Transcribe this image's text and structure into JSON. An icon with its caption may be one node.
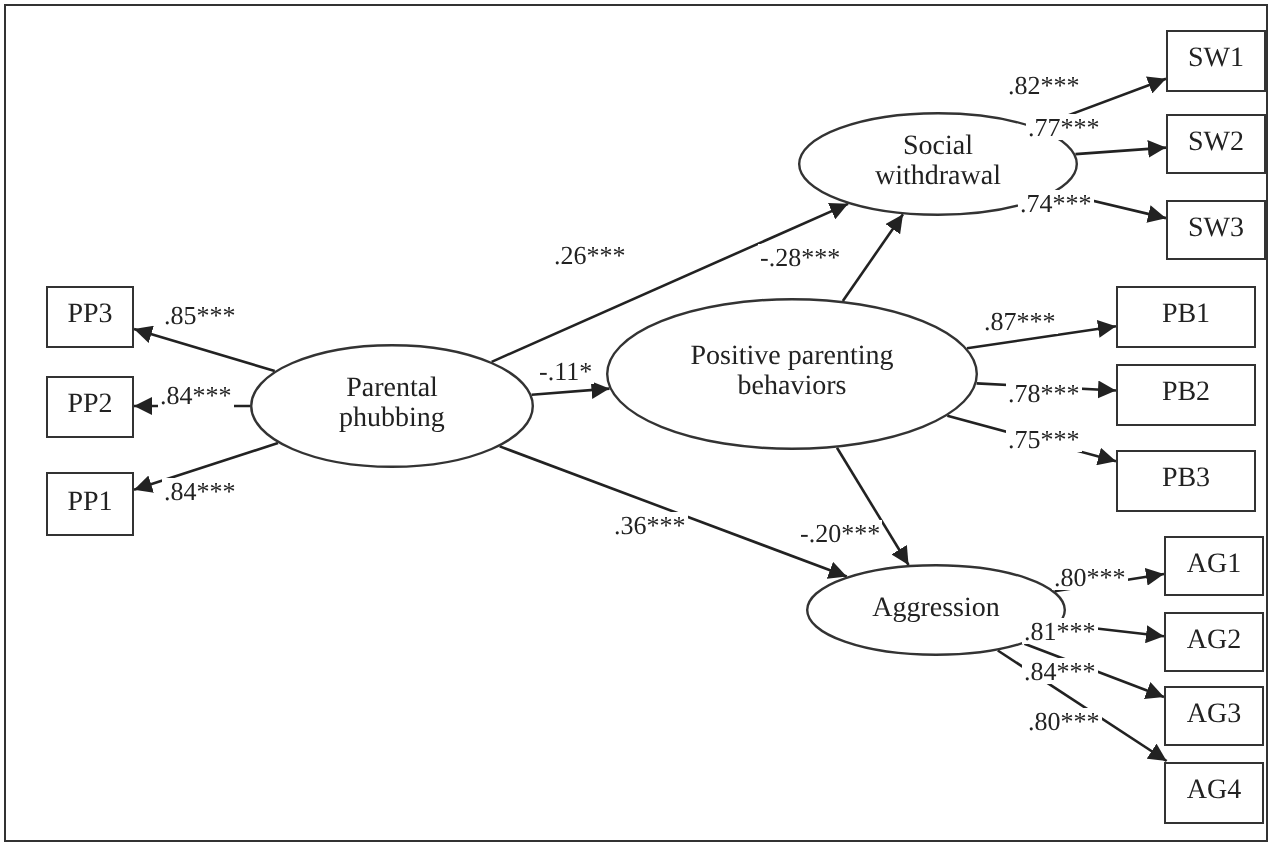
{
  "diagram": {
    "nodes": [
      {
        "text": [
          "PP3"
        ]
      },
      {
        "text": [
          "PP2"
        ]
      },
      {
        "text": [
          "PP1"
        ]
      },
      {
        "text": [
          "Parental phubbing"
        ]
      },
      {
        "text": [
          "Social withdrawal"
        ]
      },
      {
        "text": [
          "Positive parenting behaviors"
        ]
      },
      {
        "text": [
          "Aggression"
        ]
      },
      {
        "text": [
          "SW1"
        ]
      },
      {
        "text": [
          "SW2"
        ]
      },
      {
        "text": [
          "SW3"
        ]
      },
      {
        "text": [
          "PB1"
        ]
      },
      {
        "text": [
          "PB2"
        ]
      },
      {
        "text": [
          "PB3"
        ]
      },
      {
        "text": [
          "AG1"
        ]
      },
      {
        "text": [
          "AG2"
        ]
      },
      {
        "text": [
          "AG3"
        ]
      },
      {
        "text": [
          "AG4"
        ]
      }
    ],
    "edges": [
      {
        "from": 3,
        "to": 0,
        "arrow": "to",
        "label": ".85***"
      },
      {
        "from": 3,
        "to": 1,
        "arrow": "to",
        "label": ".84***"
      },
      {
        "from": 3,
        "to": 2,
        "arrow": "to",
        "label": ".84***"
      },
      {
        "from": 3,
        "to": 4,
        "arrow": "to",
        "label": ".26***"
      },
      {
        "from": 3,
        "to": 5,
        "arrow": "to",
        "label": "-.11*"
      },
      {
        "from": 3,
        "to": 6,
        "arrow": "to",
        "label": ".36***"
      },
      {
        "from": 5,
        "to": 4,
        "arrow": "to",
        "label": "-.28***"
      },
      {
        "from": 5,
        "to": 6,
        "arrow": "to",
        "label": "-.20***"
      },
      {
        "from": 4,
        "to": 7,
        "arrow": "to",
        "label": ".82***"
      },
      {
        "from": 4,
        "to": 8,
        "arrow": "to",
        "label": ".77***"
      },
      {
        "from": 4,
        "to": 9,
        "arrow": "to",
        "label": ".74***"
      },
      {
        "from": 5,
        "to": 10,
        "arrow": "to",
        "label": ".87***"
      },
      {
        "from": 5,
        "to": 11,
        "arrow": "to",
        "label": ".78***"
      },
      {
        "from": 5,
        "to": 12,
        "arrow": "to",
        "label": ".75***"
      },
      {
        "from": 6,
        "to": 13,
        "arrow": "to",
        "label": ".80***"
      },
      {
        "from": 6,
        "to": 14,
        "arrow": "to",
        "label": ".81***"
      },
      {
        "from": 6,
        "to": 15,
        "arrow": "to",
        "label": ".84***"
      },
      {
        "from": 6,
        "to": 16,
        "arrow": "to",
        "label": ".80***"
      }
    ]
  }
}
